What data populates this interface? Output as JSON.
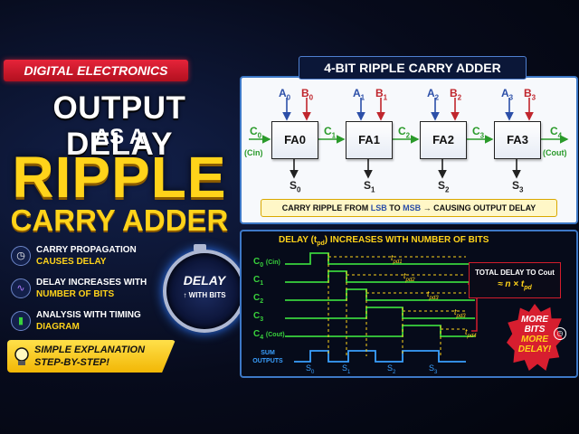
{
  "left": {
    "tag": "DIGITAL ELECTRONICS",
    "title_line1": "OUTPUT DELAY",
    "title_line2": "AS A",
    "title_line3": "RIPPLE",
    "title_line4": "CARRY ADDER",
    "features": [
      {
        "icon": "clock-icon",
        "line1": "CARRY PROPAGATION",
        "line2": "CAUSES DELAY"
      },
      {
        "icon": "waveform-icon",
        "line1": "DELAY INCREASES WITH",
        "line2": "NUMBER OF BITS"
      },
      {
        "icon": "bar-chart-icon",
        "line1": "ANALYSIS WITH TIMING",
        "line2": "DIAGRAM"
      }
    ],
    "banner_line1": "SIMPLE EXPLANATION",
    "banner_line2": "STEP-BY-STEP!",
    "stopwatch_line1": "DELAY",
    "stopwatch_line2": "↑ WITH BITS"
  },
  "adder": {
    "title": "4-BIT RIPPLE CARRY ADDER",
    "blocks": [
      "FA0",
      "FA1",
      "FA2",
      "FA3"
    ],
    "inputs_a": [
      "A",
      "A",
      "A",
      "A"
    ],
    "inputs_b": [
      "B",
      "B",
      "B",
      "B"
    ],
    "subs": [
      "0",
      "1",
      "2",
      "3"
    ],
    "carry_labels": [
      "C",
      "C",
      "C",
      "C",
      "C"
    ],
    "carry_subs": [
      "0",
      "1",
      "2",
      "3",
      "4"
    ],
    "cin": "(Cin)",
    "cout": "(Cout)",
    "sum_label": "S",
    "caption_pre": "CARRY RIPPLE FROM ",
    "caption_lsb": "LSB",
    "caption_to": " TO ",
    "caption_msb": "MSB",
    "caption_post": " → CAUSING OUTPUT DELAY"
  },
  "timing": {
    "title_pre": "DELAY (t",
    "title_sub": "pd",
    "title_post": ") INCREASES WITH NUMBER OF BITS",
    "signals": [
      {
        "label": "C",
        "sub": "0",
        "suffix": "(Cin)"
      },
      {
        "label": "C",
        "sub": "1",
        "suffix": ""
      },
      {
        "label": "C",
        "sub": "2",
        "suffix": ""
      },
      {
        "label": "C",
        "sub": "3",
        "suffix": ""
      },
      {
        "label": "C",
        "sub": "4",
        "suffix": "(Cout)"
      }
    ],
    "sum_line1": "SUM",
    "sum_line2": "OUTPUTS",
    "tpd_labels": [
      "pd1",
      "pd2",
      "pd3",
      "pd3",
      "pd4"
    ],
    "sum_ticks": [
      "0",
      "1",
      "2",
      "3"
    ],
    "total_label": "TOTAL DELAY TO Cout",
    "total_formula": "≈ n × t",
    "total_sub": "pd"
  },
  "burst": {
    "line1": "MORE",
    "line2": "BITS",
    "line3": "MORE",
    "line4": "DELAY!"
  },
  "colors": {
    "accent_yellow": "#ffd31a",
    "red": "#d71e2f",
    "blue": "#3d78c6",
    "green": "#39d23c"
  }
}
